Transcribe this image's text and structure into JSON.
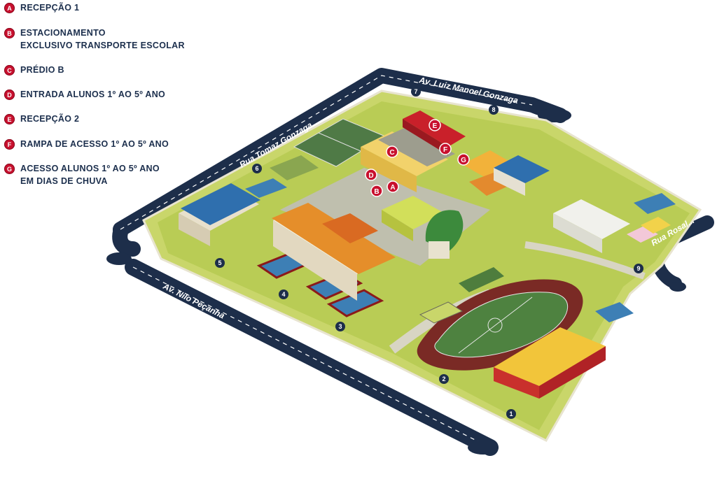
{
  "legend": [
    {
      "letter": "A",
      "line1": "RECEPÇÃO 1",
      "line2": ""
    },
    {
      "letter": "B",
      "line1": "ESTACIONAMENTO",
      "line2": "EXCLUSIVO TRANSPORTE ESCOLAR"
    },
    {
      "letter": "C",
      "line1": "PRÉDIO B",
      "line2": ""
    },
    {
      "letter": "D",
      "line1": "ENTRADA ALUNOS 1º AO 5º ANO",
      "line2": ""
    },
    {
      "letter": "E",
      "line1": "RECEPÇÃO 2",
      "line2": ""
    },
    {
      "letter": "F",
      "line1": "RAMPA DE ACESSO 1º AO 5º ANO",
      "line2": ""
    },
    {
      "letter": "G",
      "line1": "ACESSO ALUNOS 1º AO 5º ANO",
      "line2": "EM DIAS DE CHUVA"
    }
  ],
  "streets": {
    "top": "Av. Luiz Manoel Gonzaga",
    "left": "Rua Tomaz Gonzaga",
    "bottom_left": "Av. Nilo Peçanha",
    "bottom_right": "Av. Nilo Peçanha",
    "right": "Rua Rosal..."
  },
  "gates": [
    "1",
    "2",
    "3",
    "4",
    "5",
    "6",
    "7",
    "8",
    "9"
  ],
  "markers": [
    "A",
    "B",
    "C",
    "D",
    "E",
    "F",
    "G"
  ],
  "colors": {
    "road": "#1d2e4a",
    "grass": "#c9d66a",
    "marker": "#c8102e",
    "legend_text": "#1c2f4d"
  }
}
